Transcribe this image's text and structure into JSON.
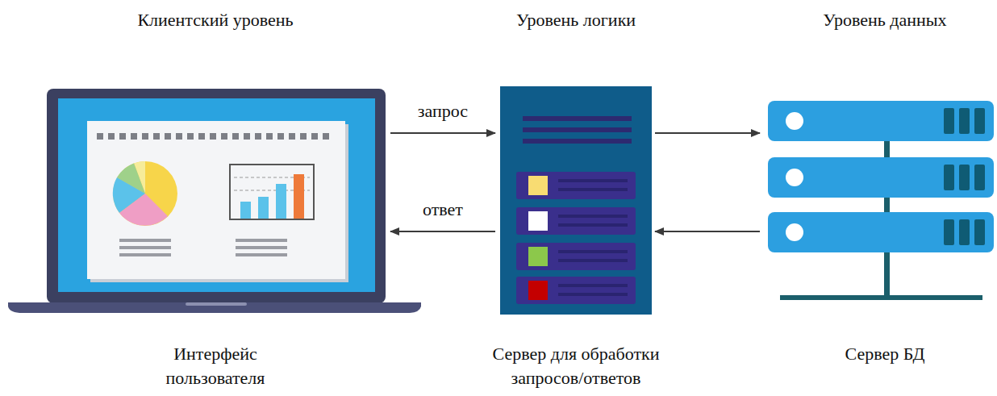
{
  "diagram": {
    "nodes": [
      {
        "text": [
          "Клиентский уровень",
          "Интерфейс пользователя"
        ]
      },
      {
        "text": [
          "Уровень логики",
          "Сервер для обработки запросов/ответов"
        ]
      },
      {
        "text": [
          "Уровень данных",
          "Сервер БД"
        ]
      }
    ],
    "edges": [
      {
        "from": 0,
        "to": 1,
        "label": "запрос",
        "arrow": "to"
      },
      {
        "from": 1,
        "to": 0,
        "label": "ответ",
        "arrow": "to"
      },
      {
        "from": 1,
        "to": 2,
        "arrow": "to"
      },
      {
        "from": 2,
        "to": 1,
        "arrow": "to"
      }
    ]
  }
}
